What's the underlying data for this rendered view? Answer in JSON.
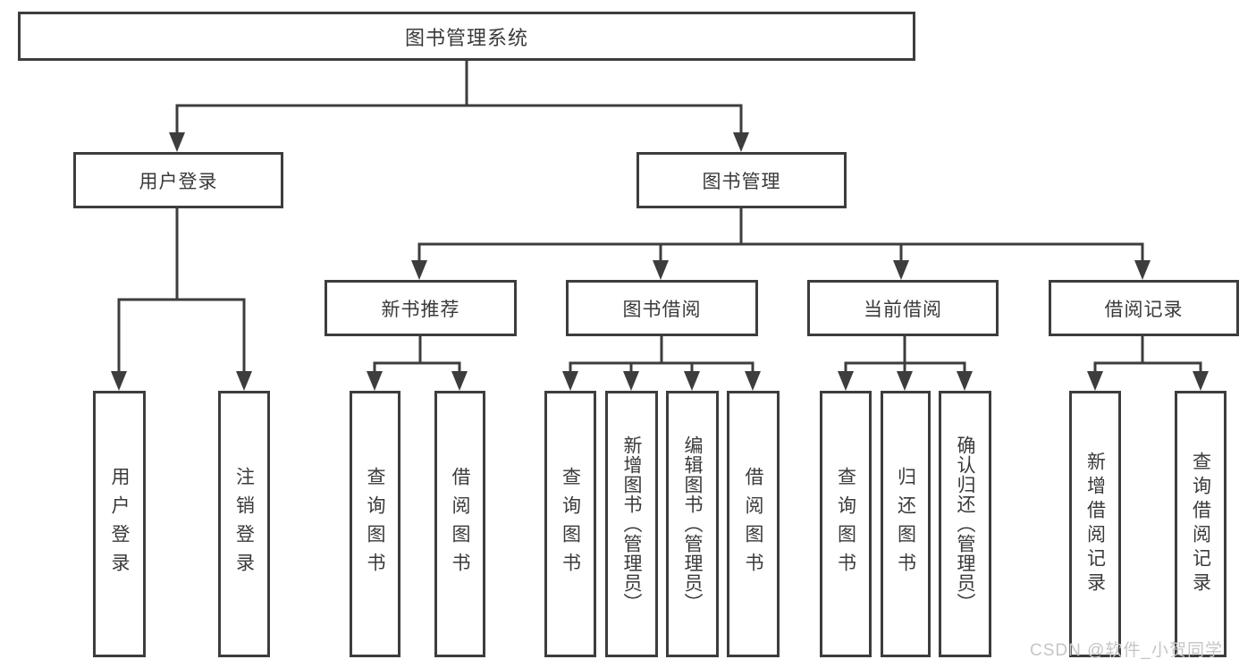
{
  "diagram": {
    "root": "图书管理系统",
    "branches": [
      {
        "label": "用户登录",
        "children": [
          "用户登录",
          "注销登录"
        ]
      },
      {
        "label": "图书管理",
        "groups": [
          {
            "label": "新书推荐",
            "children": [
              "查询图书",
              "借阅图书"
            ]
          },
          {
            "label": "图书借阅",
            "children": [
              "查询图书",
              "新增图书（管理员）",
              "编辑图书（管理员）",
              "借阅图书"
            ]
          },
          {
            "label": "当前借阅",
            "children": [
              "查询图书",
              "归还图书",
              "确认归还（管理员）"
            ]
          },
          {
            "label": "借阅记录",
            "children": [
              "新增借阅记录",
              "查询借阅记录"
            ]
          }
        ]
      }
    ]
  },
  "watermark": {
    "text": "CSDN @软件_小贺同学"
  },
  "colors": {
    "line": "#3d3d3d",
    "text": "#3a3a3a",
    "watermark": "#c5c5c5",
    "background": "#ffffff"
  }
}
